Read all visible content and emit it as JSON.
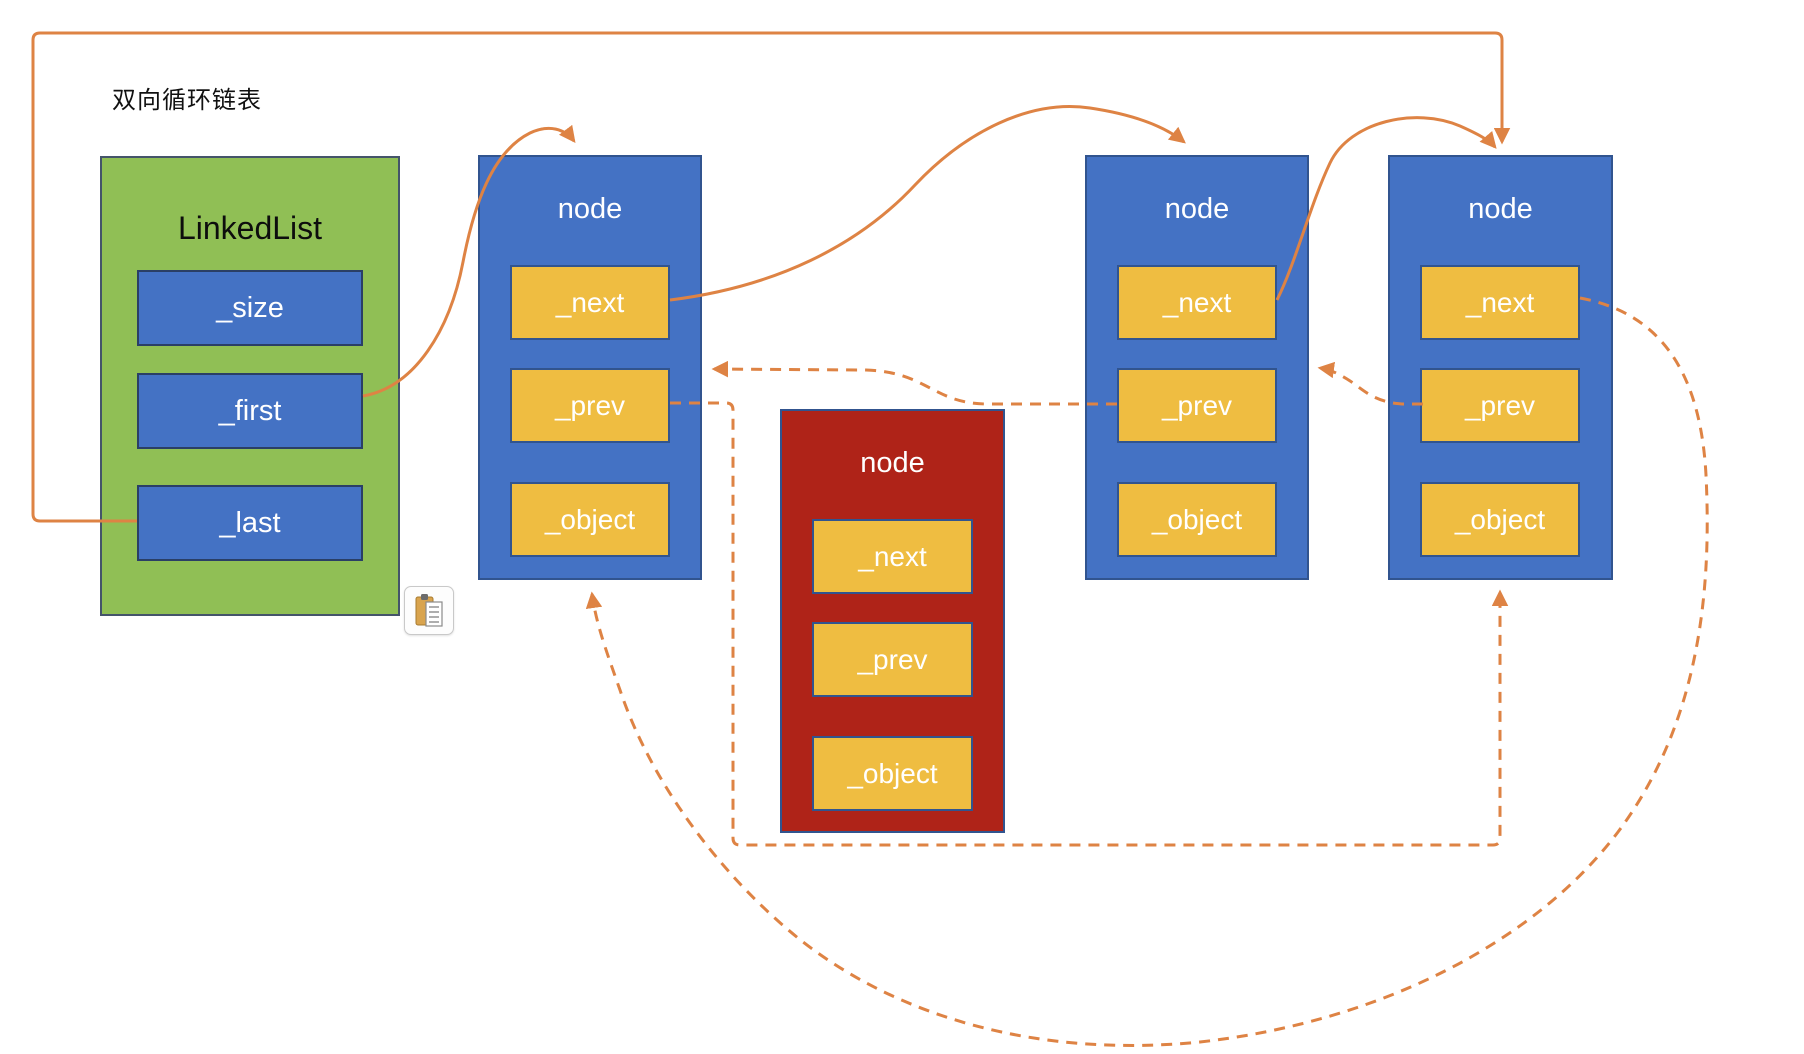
{
  "page": {
    "title": "双向循环链表"
  },
  "colors": {
    "orange": "#DE8344",
    "blue": "#4472C4",
    "green": "#90BF55",
    "yellow": "#EFBD41",
    "red": "#AF2318"
  },
  "linkedlist": {
    "title": "LinkedList",
    "fields": [
      "_size",
      "_first",
      "_last"
    ]
  },
  "nodes": [
    {
      "title": "node",
      "fields": [
        "_next",
        "_prev",
        "_object"
      ]
    },
    {
      "title": "node",
      "fields": [
        "_next",
        "_prev",
        "_object"
      ]
    },
    {
      "title": "node",
      "fields": [
        "_next",
        "_prev",
        "_object"
      ]
    },
    {
      "title": "node",
      "fields": [
        "_next",
        "_prev",
        "_object"
      ]
    }
  ]
}
